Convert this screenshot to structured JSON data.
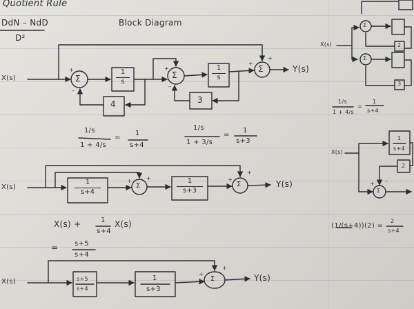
{
  "header": {
    "title": "Quotient Rule",
    "formula_num": "DdN – NdD",
    "formula_den": "D²",
    "block_heading": "Block Diagram"
  },
  "signals": {
    "input": "X(s)",
    "output": "Y(s)",
    "sum": "Σ",
    "plus": "+",
    "minus": "–"
  },
  "blocks": {
    "one": "1",
    "s": "s",
    "gain4": "4",
    "gain3": "3",
    "gain2": "2",
    "s_plus_4": "s+4",
    "s_plus_3": "s+3",
    "s_plus_5": "s+5"
  },
  "equations": {
    "eq1_lhs_num": "1/s",
    "eq1_lhs_den": "1 + 4/s",
    "eq1_rhs_num": "1",
    "eq1_rhs_den": "s+4",
    "eq2_lhs_num": "1/s",
    "eq2_lhs_den": "1 + 3/s",
    "eq2_rhs_num": "1",
    "eq2_rhs_den": "s+3",
    "eq3_a": "X(s) +",
    "eq3_frac_num": "1",
    "eq3_frac_den": "s+4",
    "eq3_b": "X(s)",
    "eq4_eq": "=",
    "eq4_num": "s+5",
    "eq4_den": "s+4",
    "right_eq1_num": "1/s",
    "right_eq1_den": "1 + 4/s",
    "right_eq1_rhs_num": "1",
    "right_eq1_rhs_den": "s+4",
    "right_eq2_lhs": "(1/(s+4))(2) =",
    "right_eq2_num": "2",
    "right_eq2_den": "s+4"
  },
  "colors": {
    "ink": "#2c2c31",
    "paper": "#dedcd7"
  }
}
